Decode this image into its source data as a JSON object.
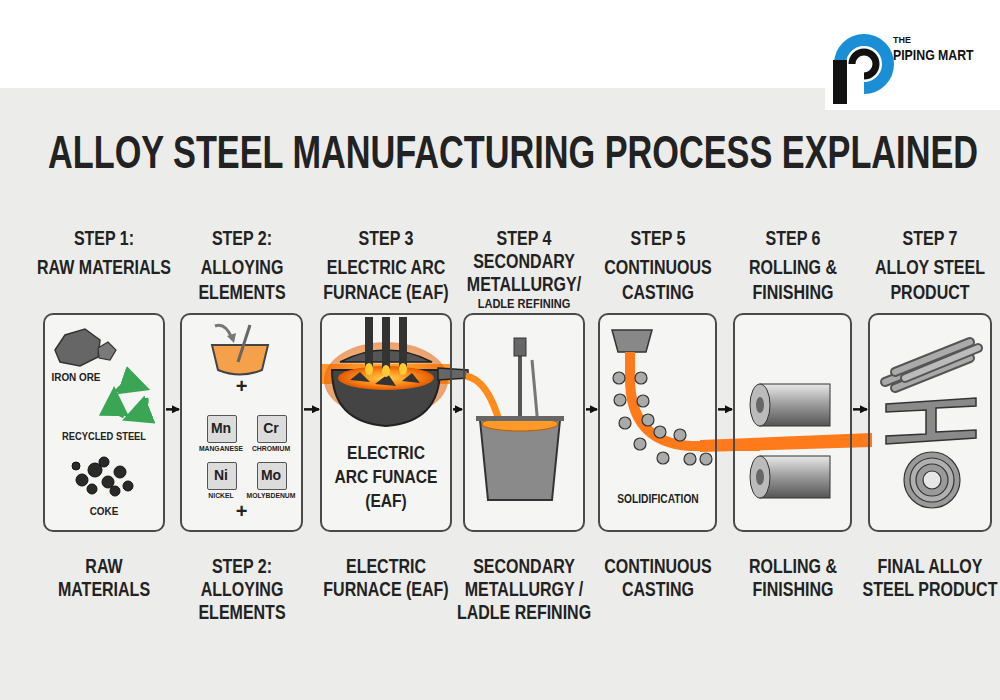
{
  "diagram": {
    "title": "ALLOY STEEL MANUFACTURING PROCESS EXPLAINED",
    "nodes": [
      {
        "text": [
          "STEP 1:",
          "RAW MATERIALS",
          "IRON ORE",
          "RECYCLED STEEL",
          "COKE",
          "RAW MATERIALS"
        ]
      },
      {
        "text": [
          "STEP 2:",
          "ALLOYING ELEMENTS",
          "+",
          "+",
          "STEP 2: ALLOYING ELEMENTS"
        ]
      },
      {
        "text": [
          "Mn",
          "MANGANESE"
        ],
        "in": 1
      },
      {
        "text": [
          "Cr",
          "CHROMIUM"
        ],
        "in": 1
      },
      {
        "text": [
          "Ni",
          "NICKEL"
        ],
        "in": 1
      },
      {
        "text": [
          "Mo",
          "MOLYBDENUM"
        ],
        "in": 1
      },
      {
        "text": [
          "STEP 3",
          "ELECTRIC ARC FURNACE (EAF)",
          "ELECTRIC ARC FUNACE (EAF)",
          "ELECTRIC FURNACE (EAF)"
        ]
      },
      {
        "text": [
          "STEP 4",
          "SECONDARY METALLURGY/",
          "LADLE REFINING",
          "SECONDARY METALLURGY / LADLE REFINING"
        ]
      },
      {
        "text": [
          "STEP 5",
          "CONTINUOUS CASTING",
          "SOLIDIFICATION",
          "CONTINUOUS CASTING"
        ]
      },
      {
        "text": [
          "STEP 6",
          "ROLLING & FINISHING",
          "ROLLING & FINISHING"
        ]
      },
      {
        "text": [
          "STEP 7",
          "ALLOY STEEL PRODUCT",
          "FINAL ALLOY STEEL PRODUCT"
        ]
      }
    ],
    "edges": [
      {
        "from": 0,
        "to": 1,
        "arrow": "to"
      },
      {
        "from": 1,
        "to": 6,
        "arrow": "to"
      },
      {
        "from": 6,
        "to": 7,
        "arrow": "to"
      },
      {
        "from": 7,
        "to": 8,
        "arrow": "to"
      },
      {
        "from": 8,
        "to": 9,
        "arrow": "to"
      },
      {
        "from": 9,
        "to": 10,
        "arrow": "to"
      }
    ],
    "labels": [
      "THE",
      "PIPING MART"
    ]
  }
}
